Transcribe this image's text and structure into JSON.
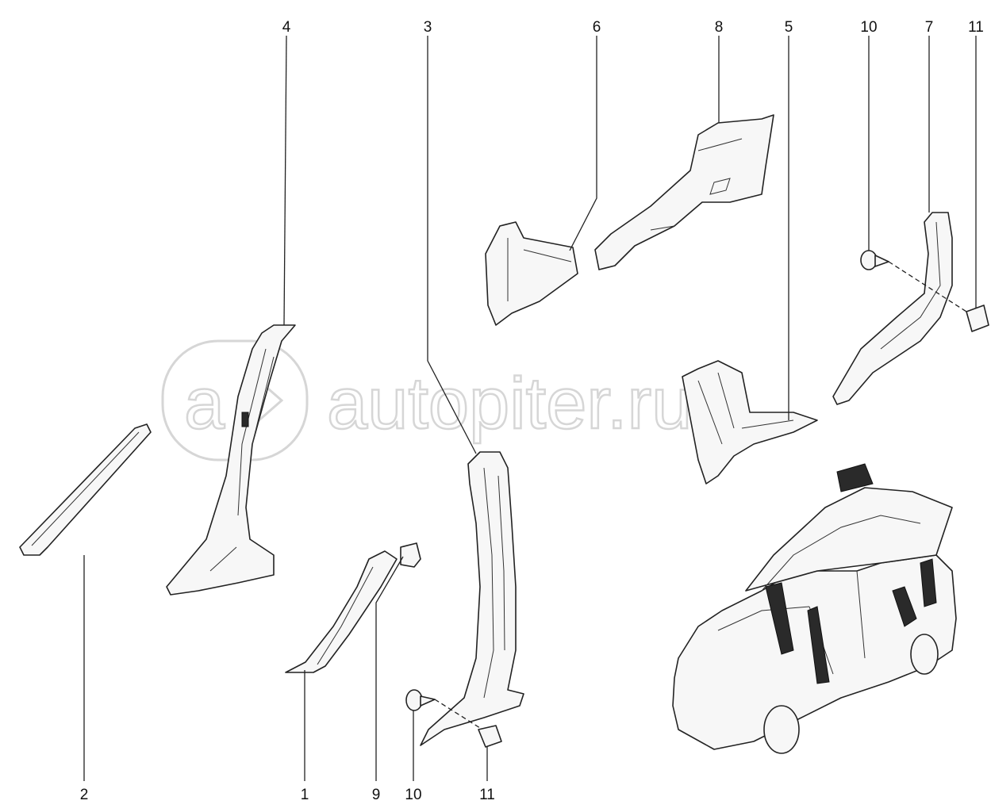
{
  "watermark": {
    "text": "autopiter.ru"
  },
  "callouts": {
    "top": [
      "4",
      "3",
      "6",
      "8",
      "5",
      "10",
      "7",
      "11"
    ],
    "bottom": [
      "2",
      "1",
      "9",
      "10",
      "11"
    ]
  },
  "colors": {
    "line": "#222222",
    "watermark": "#d6d6d6",
    "background": "#ffffff"
  }
}
